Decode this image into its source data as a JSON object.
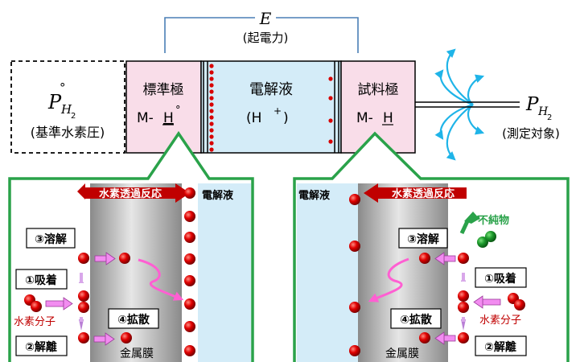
{
  "top": {
    "E": "E",
    "emf": "(起電力)",
    "ref_P": "P",
    "ref_deg": "°",
    "ref_sub": "H",
    "ref_subsub": "2",
    "ref_label": "(基準水素圧)",
    "std_title": "標準極",
    "std_MH_prefix": "M-",
    "std_MH_H": "H",
    "std_MH_deg": "°",
    "electrolyte_title": "電解液",
    "electrolyte_ion": "(H",
    "electrolyte_ion_sup": "+",
    "electrolyte_ion_close": ")",
    "sample_title": "試料極",
    "sample_MH_prefix": "M-",
    "sample_MH_H": "H",
    "meas_P": "P",
    "meas_sub": "H",
    "meas_subsub": "2",
    "meas_label": "(測定対象)"
  },
  "left_panel": {
    "arrow_label": "水素透過反応",
    "electrolyte": "電解液",
    "dissolve": "③溶解",
    "adsorb": "①吸着",
    "molecule": "水素分子",
    "dissociate": "②解離",
    "diffuse": "④拡散",
    "membrane": "金属膜"
  },
  "right_panel": {
    "electrolyte": "電解液",
    "arrow_label": "水素透過反応",
    "impurity": "不純物",
    "dissolve": "③溶解",
    "adsorb": "①吸着",
    "molecule": "水素分子",
    "diffuse": "④拡散",
    "dissociate": "②解離",
    "membrane": "金属膜"
  },
  "colors": {
    "pink": "#f9dde9",
    "blue": "#d4ecf8",
    "green": "#2aa24a",
    "red": "#c00000",
    "cyan": "#1fb4e8",
    "magenta": "#ff5fd2"
  }
}
